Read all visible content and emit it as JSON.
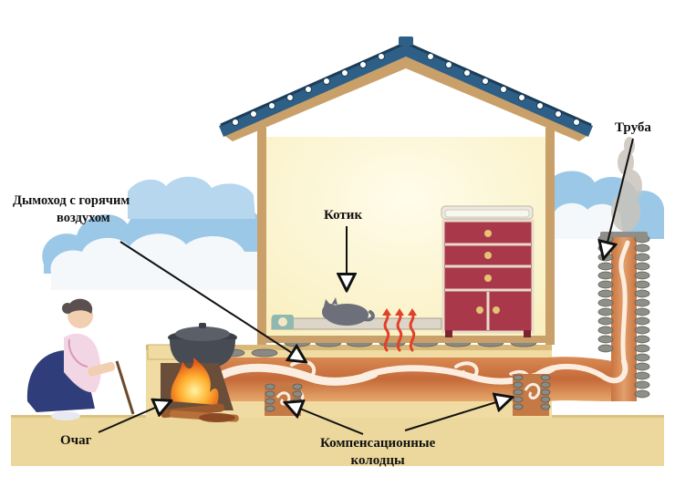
{
  "labels": {
    "chimney_line1": "Дымоход с горячим",
    "chimney_line2": "воздухом",
    "kitty": "Котик",
    "pipe": "Труба",
    "hearth": "Очаг",
    "wells_line1": "Компенсационные",
    "wells_line2": "колодцы"
  },
  "colors": {
    "roof_tile": "#2e5f86",
    "wall_fill": "#fdf8da",
    "wood_frame": "#c9a06a",
    "ground": "#ecd89c",
    "flue_gradient": "#c56a3a",
    "dresser": "#a8384a",
    "fire": "#f07a1e",
    "sky_blue": "#8cbfe3",
    "heat_waves": "#e2402a"
  }
}
